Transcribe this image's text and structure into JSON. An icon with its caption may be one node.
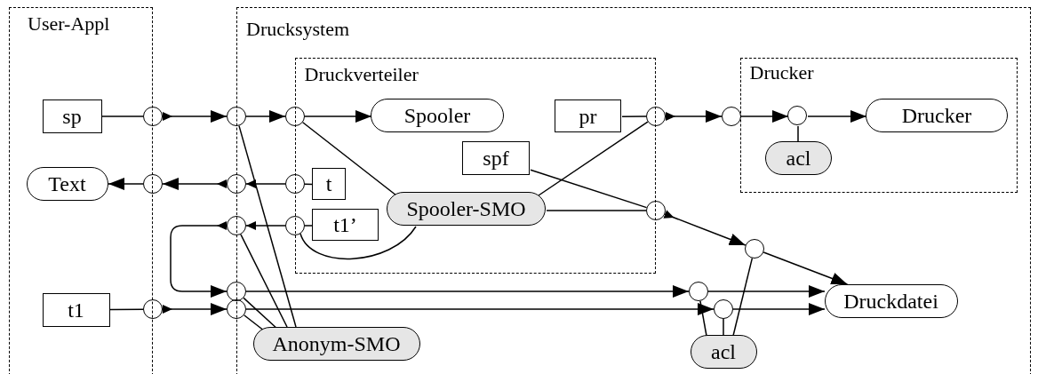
{
  "diagram": {
    "nodes": [
      {
        "text": [
          "User-Appl"
        ]
      },
      {
        "text": [
          "sp"
        ],
        "in": 0
      },
      {
        "text": [
          "Text"
        ],
        "in": 0
      },
      {
        "text": [
          "t1"
        ],
        "in": 0
      },
      {
        "text": [
          "Drucksystem"
        ]
      },
      {
        "text": [
          "Druckverteiler"
        ],
        "in": 4
      },
      {
        "text": [
          "Spooler"
        ],
        "in": 5
      },
      {
        "text": [
          "pr"
        ],
        "in": 5
      },
      {
        "text": [
          "spf"
        ],
        "in": 5
      },
      {
        "text": [
          "t"
        ],
        "in": 5
      },
      {
        "text": [
          "Spooler-SMO"
        ],
        "in": 5
      },
      {
        "text": [
          "t1’"
        ],
        "in": 5
      },
      {
        "text": [
          "Drucker"
        ],
        "in": 4
      },
      {
        "text": [
          "Drucker"
        ],
        "in": 12
      },
      {
        "text": [
          "acl"
        ],
        "in": 12
      },
      {
        "text": [
          "Druckdatei"
        ],
        "in": 4
      },
      {
        "text": [
          "Anonym-SMO"
        ],
        "in": 4
      },
      {
        "text": [
          "acl"
        ],
        "in": 4
      },
      {
        "text": [],
        "shape": "circle"
      },
      {
        "text": [],
        "shape": "circle"
      },
      {
        "text": [],
        "shape": "circle",
        "in": 4
      },
      {
        "text": [],
        "shape": "circle",
        "in": 4
      },
      {
        "text": [],
        "shape": "circle",
        "in": 4
      },
      {
        "text": [],
        "shape": "circle",
        "in": 12
      },
      {
        "text": [],
        "shape": "circle"
      },
      {
        "text": [],
        "shape": "circle"
      },
      {
        "text": [],
        "shape": "circle",
        "in": 4
      },
      {
        "text": [],
        "shape": "circle"
      },
      {
        "text": [],
        "shape": "circle",
        "in": 4
      },
      {
        "text": [],
        "shape": "circle",
        "in": 4
      },
      {
        "text": [],
        "shape": "circle",
        "in": 4
      },
      {
        "text": [],
        "shape": "circle"
      },
      {
        "text": [],
        "shape": "circle",
        "in": 4
      },
      {
        "text": [],
        "shape": "circle"
      },
      {
        "text": [],
        "shape": "circle"
      },
      {
        "text": [],
        "shape": "circle",
        "in": 4
      }
    ],
    "edges": [
      {
        "from": 1,
        "to": 18,
        "arrow": "none"
      },
      {
        "from": 18,
        "to": 19,
        "arrow": "to"
      },
      {
        "from": 19,
        "to": 20,
        "arrow": "to"
      },
      {
        "from": 20,
        "to": 6,
        "arrow": "to"
      },
      {
        "from": 7,
        "to": 21,
        "arrow": "none"
      },
      {
        "from": 21,
        "to": 22,
        "arrow": "to"
      },
      {
        "from": 22,
        "to": 23,
        "arrow": "to"
      },
      {
        "from": 23,
        "to": 13,
        "arrow": "to"
      },
      {
        "from": 14,
        "to": 23,
        "arrow": "none"
      },
      {
        "from": 9,
        "to": 26,
        "arrow": "none"
      },
      {
        "from": 26,
        "to": 25,
        "arrow": "to"
      },
      {
        "from": 25,
        "to": 24,
        "arrow": "to"
      },
      {
        "from": 24,
        "to": 2,
        "arrow": "to"
      },
      {
        "from": 11,
        "to": 28,
        "arrow": "none"
      },
      {
        "from": 28,
        "to": 27,
        "arrow": "to"
      },
      {
        "from": 27,
        "to": 31,
        "arrow": "to"
      },
      {
        "from": 31,
        "to": 32,
        "arrow": "to"
      },
      {
        "from": 32,
        "to": 15,
        "arrow": "to"
      },
      {
        "from": 3,
        "to": 33,
        "arrow": "none"
      },
      {
        "from": 33,
        "to": 34,
        "arrow": "to"
      },
      {
        "from": 34,
        "to": 35,
        "arrow": "to"
      },
      {
        "from": 35,
        "to": 15,
        "arrow": "to"
      },
      {
        "from": 8,
        "to": 29,
        "arrow": "none"
      },
      {
        "from": 29,
        "to": 30,
        "arrow": "to"
      },
      {
        "from": 30,
        "to": 15,
        "arrow": "to"
      },
      {
        "from": 10,
        "to": 20,
        "arrow": "none"
      },
      {
        "from": 10,
        "to": 21,
        "arrow": "none"
      },
      {
        "from": 10,
        "to": 28,
        "arrow": "none"
      },
      {
        "from": 10,
        "to": 29,
        "arrow": "none"
      },
      {
        "from": 16,
        "to": 19,
        "arrow": "none"
      },
      {
        "from": 16,
        "to": 27,
        "arrow": "none"
      },
      {
        "from": 16,
        "to": 31,
        "arrow": "none"
      },
      {
        "from": 16,
        "to": 34,
        "arrow": "none"
      },
      {
        "from": 17,
        "to": 32,
        "arrow": "none"
      },
      {
        "from": 17,
        "to": 35,
        "arrow": "none"
      },
      {
        "from": 17,
        "to": 30,
        "arrow": "none"
      }
    ]
  }
}
